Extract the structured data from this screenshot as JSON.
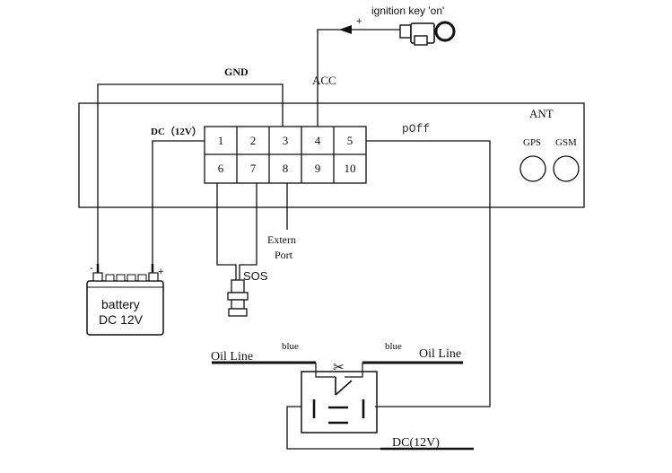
{
  "ignition": {
    "label": "ignition key 'on'",
    "plus": "+"
  },
  "acc_label": "ACC",
  "gnd_label": "GND",
  "dc_label": "DC（12V）",
  "poff_label": "pOff",
  "ant_label": "ANT",
  "gps_label": "GPS",
  "gsm_label": "GSM",
  "pins_top": [
    "1",
    "2",
    "3",
    "4",
    "5"
  ],
  "pins_bottom": [
    "6",
    "7",
    "8",
    "9",
    "10"
  ],
  "extern_port": {
    "line1": "Extern",
    "line2": "Port"
  },
  "sos_label": "SOS",
  "battery": {
    "line1": "battery",
    "line2": "DC 12V",
    "minus": "-",
    "plus": "+"
  },
  "oil_left": "Oil Line",
  "oil_right": "Oil Line",
  "blue_left": "blue",
  "blue_right": "blue",
  "relay_dc_label": "DC(12V)"
}
